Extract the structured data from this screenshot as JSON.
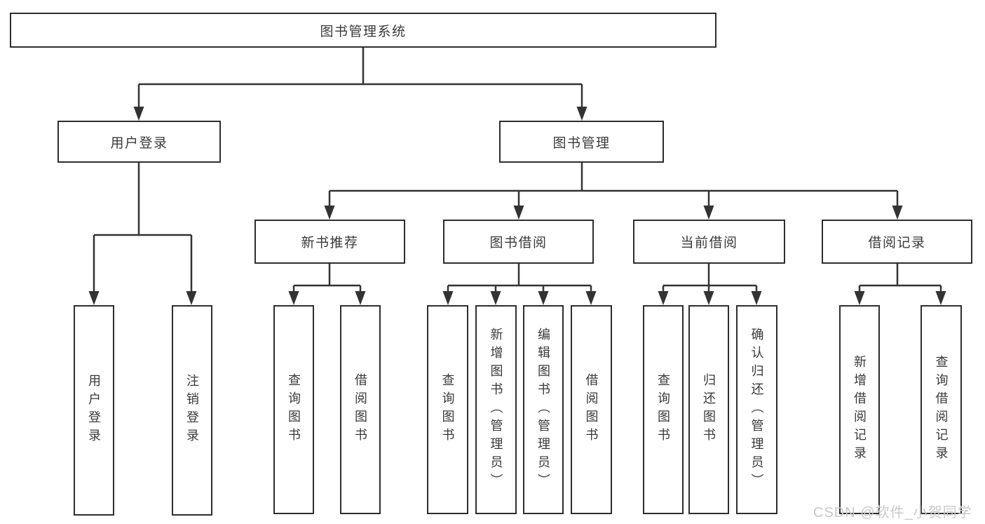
{
  "nodes": {
    "root": {
      "label": "图书管理系统"
    },
    "user_login": {
      "label": "用户登录",
      "children": [
        {
          "label": "用户登录"
        },
        {
          "label": "注销登录"
        }
      ]
    },
    "book_management": {
      "label": "图书管理",
      "groups": [
        {
          "label": "新书推荐",
          "children": [
            {
              "label": "查询图书"
            },
            {
              "label": "借阅图书"
            }
          ]
        },
        {
          "label": "图书借阅",
          "children": [
            {
              "label": "查询图书"
            },
            {
              "label": "新增图书（管理员）"
            },
            {
              "label": "编辑图书（管理员）"
            },
            {
              "label": "借阅图书"
            }
          ]
        },
        {
          "label": "当前借阅",
          "children": [
            {
              "label": "查询图书"
            },
            {
              "label": "归还图书"
            },
            {
              "label": "确认归还（管理员）"
            }
          ]
        },
        {
          "label": "借阅记录",
          "children": [
            {
              "label": "新增借阅记录"
            },
            {
              "label": "查询借阅记录"
            }
          ]
        }
      ]
    }
  },
  "watermark": "CSDN @软件_小贺同学",
  "colors": {
    "line": "#333333",
    "border": "#2e2e2e",
    "text": "#3a3a3a",
    "watermark": "#c9c9c9",
    "background": "#ffffff"
  }
}
